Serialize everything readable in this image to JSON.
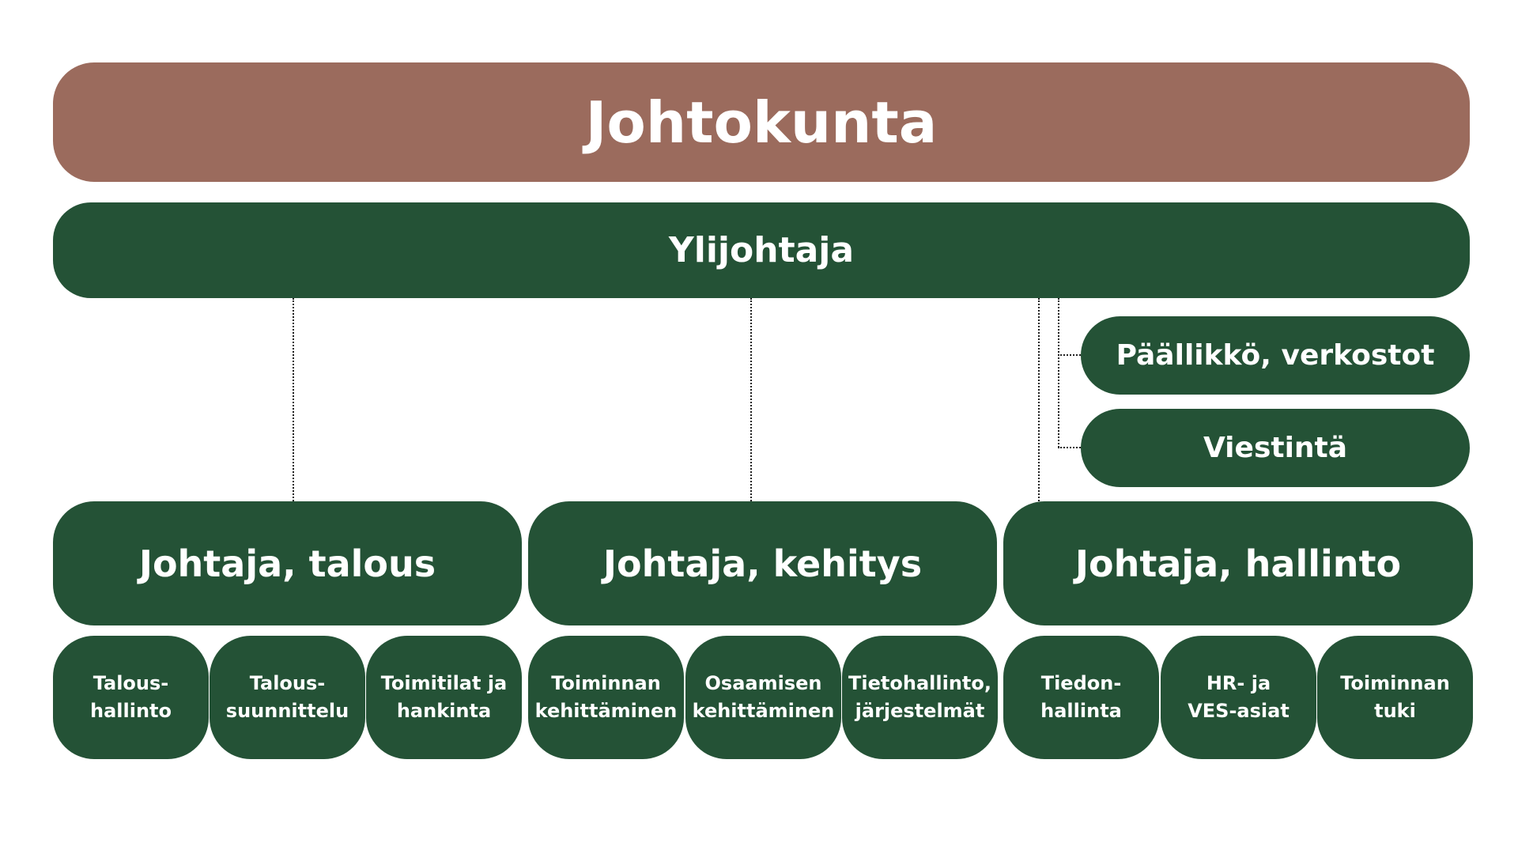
{
  "colors": {
    "board": "#9b6b5d",
    "green": "#245236",
    "connector": "#222222"
  },
  "board": {
    "label": "Johtokunta"
  },
  "ceo": {
    "label": "Ylijohtaja"
  },
  "staff": [
    {
      "label": "Päällikkö, verkostot"
    },
    {
      "label": "Viestintä"
    }
  ],
  "directors": [
    {
      "label": "Johtaja, talous",
      "units": [
        {
          "lines": [
            "Talous-",
            "hallinto"
          ]
        },
        {
          "lines": [
            "Talous-",
            "suunnittelu"
          ]
        },
        {
          "lines": [
            "Toimitilat ja",
            "hankinta"
          ]
        }
      ]
    },
    {
      "label": "Johtaja, kehitys",
      "units": [
        {
          "lines": [
            "Toiminnan",
            "kehittäminen"
          ]
        },
        {
          "lines": [
            "Osaamisen",
            "kehittäminen"
          ]
        },
        {
          "lines": [
            "Tietohallinto,",
            "järjestelmät"
          ]
        }
      ]
    },
    {
      "label": "Johtaja, hallinto",
      "units": [
        {
          "lines": [
            "Tiedon-",
            "hallinta"
          ]
        },
        {
          "lines": [
            "HR- ja",
            "VES-asiat"
          ]
        },
        {
          "lines": [
            "Toiminnan",
            "tuki"
          ]
        }
      ]
    }
  ]
}
